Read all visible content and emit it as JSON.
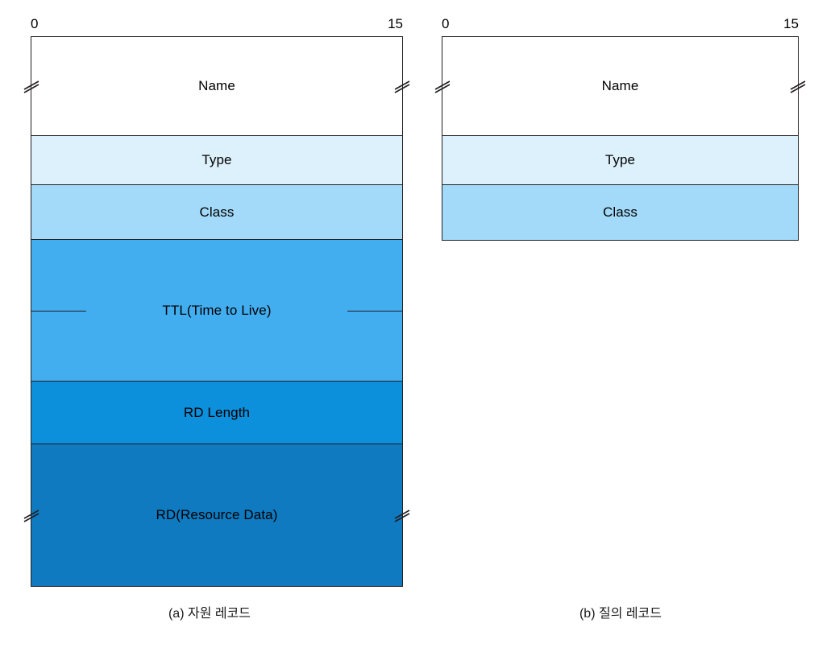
{
  "figure": {
    "bit_scale": {
      "start": "0",
      "end": "15"
    }
  },
  "diagrams": [
    {
      "id": "resource-record",
      "caption": "(a) 자원 레코드",
      "fields": [
        {
          "label": "Name",
          "color": "#ffffff",
          "height": 123,
          "break_marks": true,
          "stubs": false
        },
        {
          "label": "Type",
          "color": "#ddf1fc",
          "height": 61,
          "break_marks": false,
          "stubs": false
        },
        {
          "label": "Class",
          "color": "#a3daf9",
          "height": 68,
          "break_marks": false,
          "stubs": false
        },
        {
          "label": "TTL(Time to Live)",
          "color": "#42aef0",
          "height": 176,
          "break_marks": false,
          "stubs": true
        },
        {
          "label": "RD Length",
          "color": "#0d90db",
          "height": 78,
          "break_marks": false,
          "stubs": false
        },
        {
          "label": "RD(Resource Data)",
          "color": "#0f7ac0",
          "height": 176,
          "break_marks": true,
          "stubs": false
        }
      ]
    },
    {
      "id": "query-record",
      "caption": "(b) 질의 레코드",
      "fields": [
        {
          "label": "Name",
          "color": "#ffffff",
          "height": 123,
          "break_marks": true,
          "stubs": false
        },
        {
          "label": "Type",
          "color": "#ddf1fc",
          "height": 61,
          "break_marks": false,
          "stubs": false
        },
        {
          "label": "Class",
          "color": "#a3daf9",
          "height": 68,
          "break_marks": false,
          "stubs": false
        }
      ]
    }
  ]
}
